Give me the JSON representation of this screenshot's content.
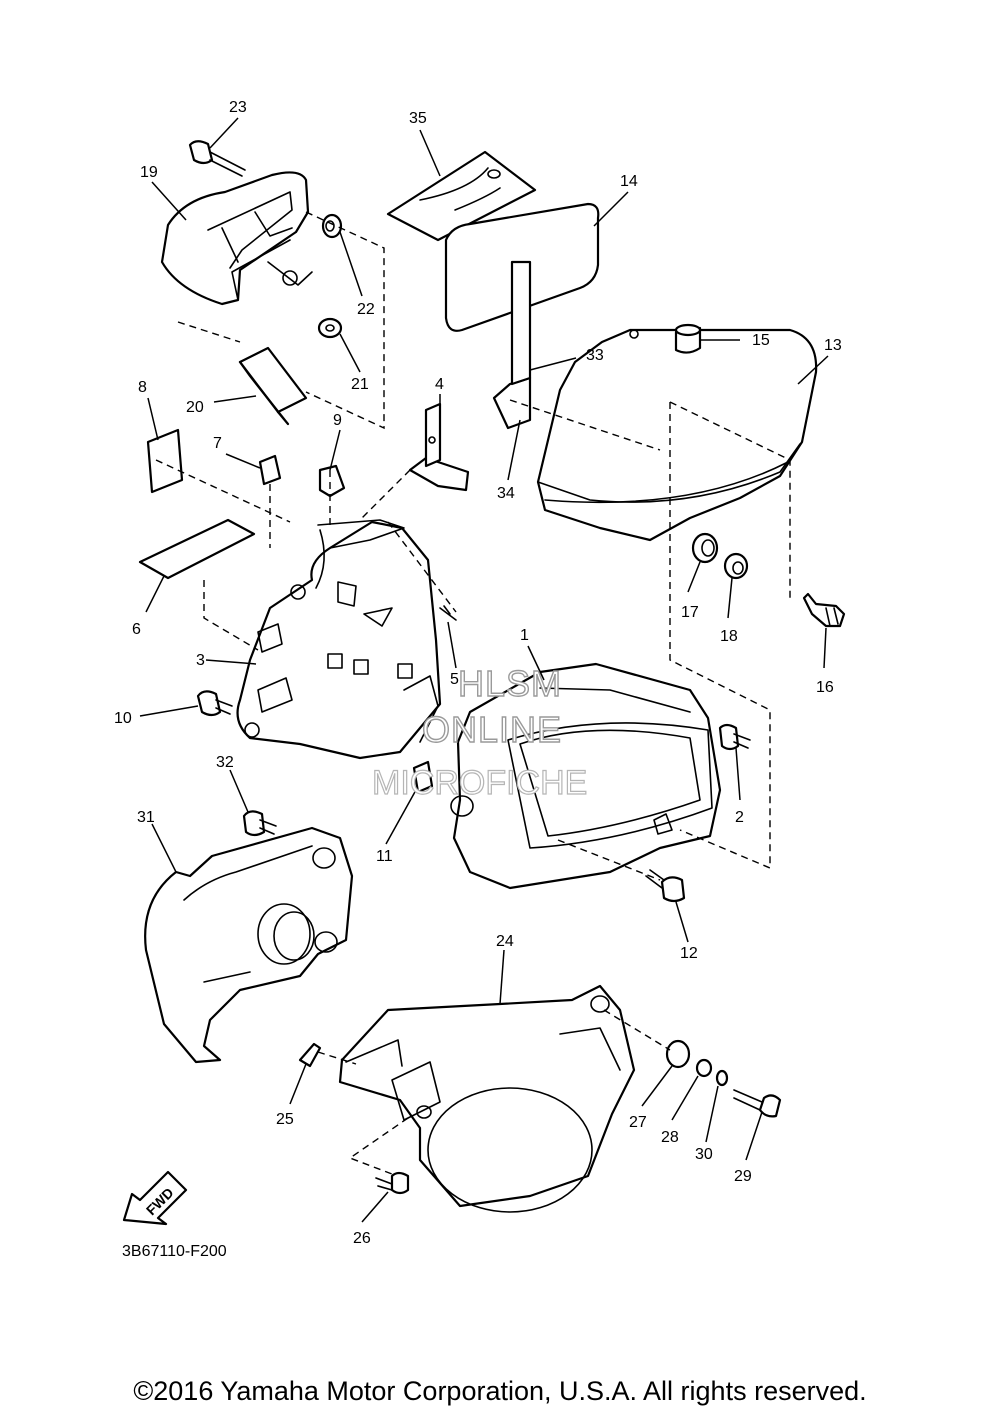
{
  "diagram": {
    "drawing_code": "3B67110-F200",
    "fwd_label": "FWD",
    "watermark": [
      "HLSM",
      "ONLINE",
      "MICROFICHE"
    ],
    "callouts": [
      "1",
      "2",
      "3",
      "4",
      "5",
      "6",
      "7",
      "8",
      "9",
      "10",
      "11",
      "12",
      "13",
      "14",
      "15",
      "16",
      "17",
      "18",
      "19",
      "20",
      "21",
      "22",
      "23",
      "24",
      "25",
      "26",
      "27",
      "28",
      "29",
      "30",
      "31",
      "32",
      "33",
      "34",
      "35"
    ]
  },
  "footer": {
    "copyright": "©2016 Yamaha Motor Corporation, U.S.A. All rights reserved."
  }
}
